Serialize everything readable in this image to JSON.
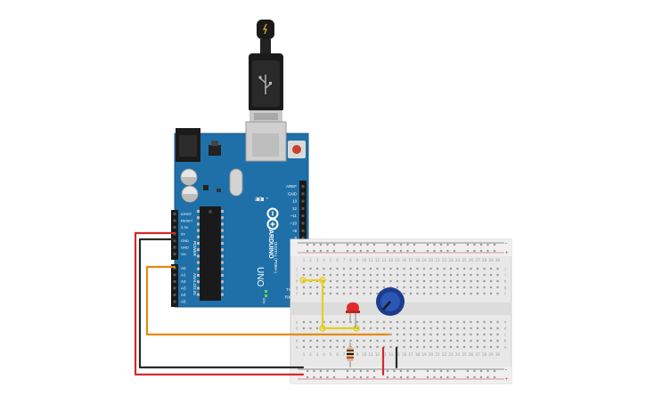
{
  "board": {
    "name": "UNO",
    "brand": "ARDUINO",
    "digital_title": "DIGITAL (PWM~)",
    "analog_title": "ANALOG IN",
    "power_title": "POWER",
    "on_label": "ON",
    "tx_label": "TX",
    "rx_label": "RX",
    "l_label": "L",
    "digital_pins": [
      "AREF",
      "GND",
      "13",
      "12",
      "~11",
      "~10",
      "~9",
      "8",
      "7",
      "~6",
      "~5",
      "4",
      "~3",
      "2",
      "TX➜1",
      "RX←0"
    ],
    "power_pins": [
      "IOREF",
      "RESET",
      "3.3V",
      "5V",
      "GND",
      "GND",
      "Vin"
    ],
    "analog_pins": [
      "A0",
      "A1",
      "A2",
      "A3",
      "A4",
      "A5"
    ]
  },
  "breadboard": {
    "columns": [
      "1",
      "2",
      "3",
      "4",
      "5",
      "6",
      "7",
      "8",
      "9",
      "10",
      "11",
      "12",
      "13",
      "14",
      "15",
      "16",
      "17",
      "18",
      "19",
      "20",
      "21",
      "22",
      "23",
      "24",
      "25",
      "26",
      "27",
      "28",
      "29",
      "30"
    ],
    "rows_top": [
      "j",
      "i",
      "h",
      "g",
      "f"
    ],
    "rows_bottom": [
      "e",
      "d",
      "c",
      "b",
      "a"
    ],
    "rail_plus": "+",
    "rail_minus": "-"
  },
  "colors": {
    "board": "#1f70a8",
    "wire_red": "#d42a2a",
    "wire_black": "#2a2a2a",
    "wire_orange": "#e58a13",
    "wire_yellow": "#e6cf21",
    "led": "#e02b2b",
    "pot": "#1b3d8c"
  },
  "components": {
    "led": "led-icon",
    "resistor": "resistor-icon",
    "potentiometer": "potentiometer-icon",
    "usb_cable": "usb-cable-icon"
  }
}
